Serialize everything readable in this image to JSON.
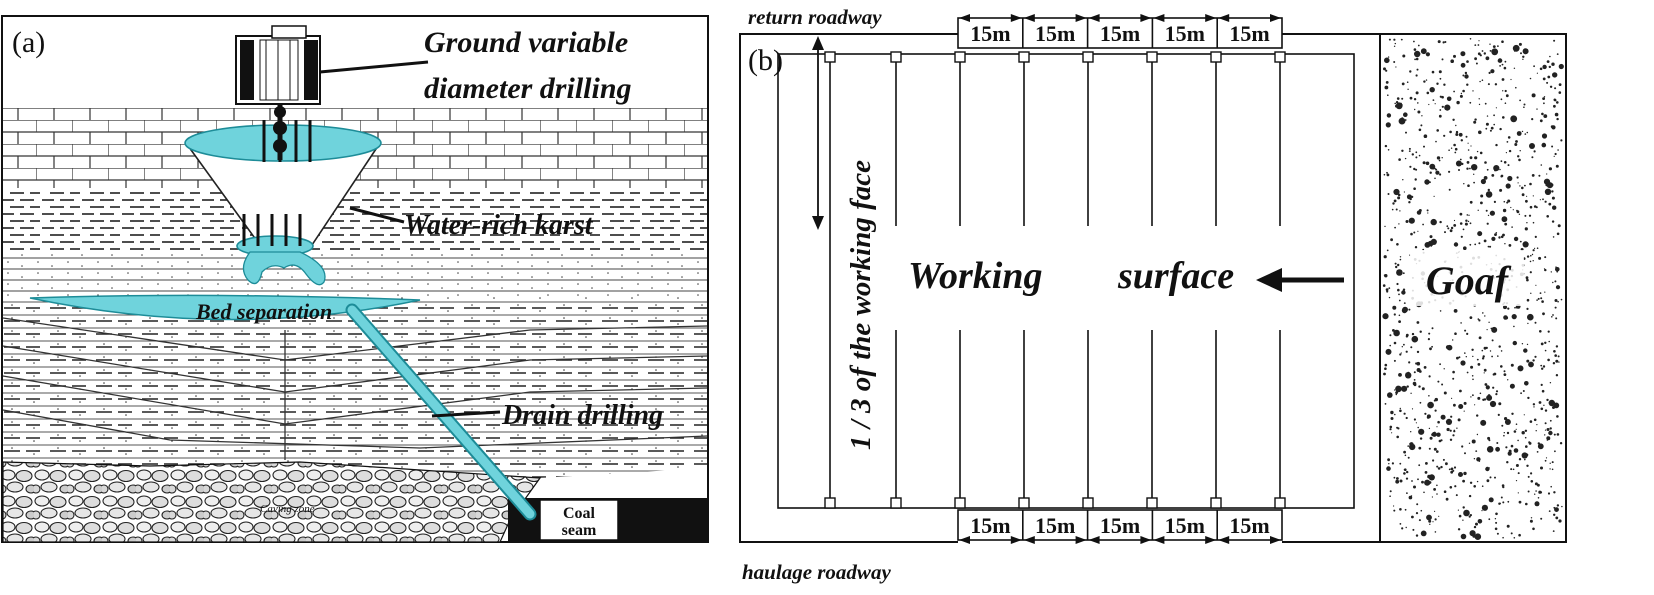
{
  "panel_a": {
    "letter": "(a)",
    "drilling_label_line1": "Ground variable",
    "drilling_label_line2": "diameter drilling",
    "karst_label": "Water-rich karst",
    "bed_separation_label": "Bed separation",
    "drain_drilling_label": "Drain drilling",
    "caving_zone_label": "Caving zone",
    "coal_seam_line1": "Coal",
    "coal_seam_line2": "seam",
    "water_color": "#6fd3dc",
    "water_dark": "#1d8c98"
  },
  "panel_b": {
    "letter": "(b)",
    "return_roadway_label": "return roadway",
    "haulage_roadway_label": "haulage roadway",
    "top_spacings": [
      "15m",
      "15m",
      "15m",
      "15m",
      "15m"
    ],
    "bottom_spacings": [
      "15m",
      "15m",
      "15m",
      "15m",
      "15m"
    ],
    "vertical_label": "1 / 3 of the working face",
    "working_label": "Working",
    "surface_label": "surface",
    "goaf_label": "Goaf"
  }
}
